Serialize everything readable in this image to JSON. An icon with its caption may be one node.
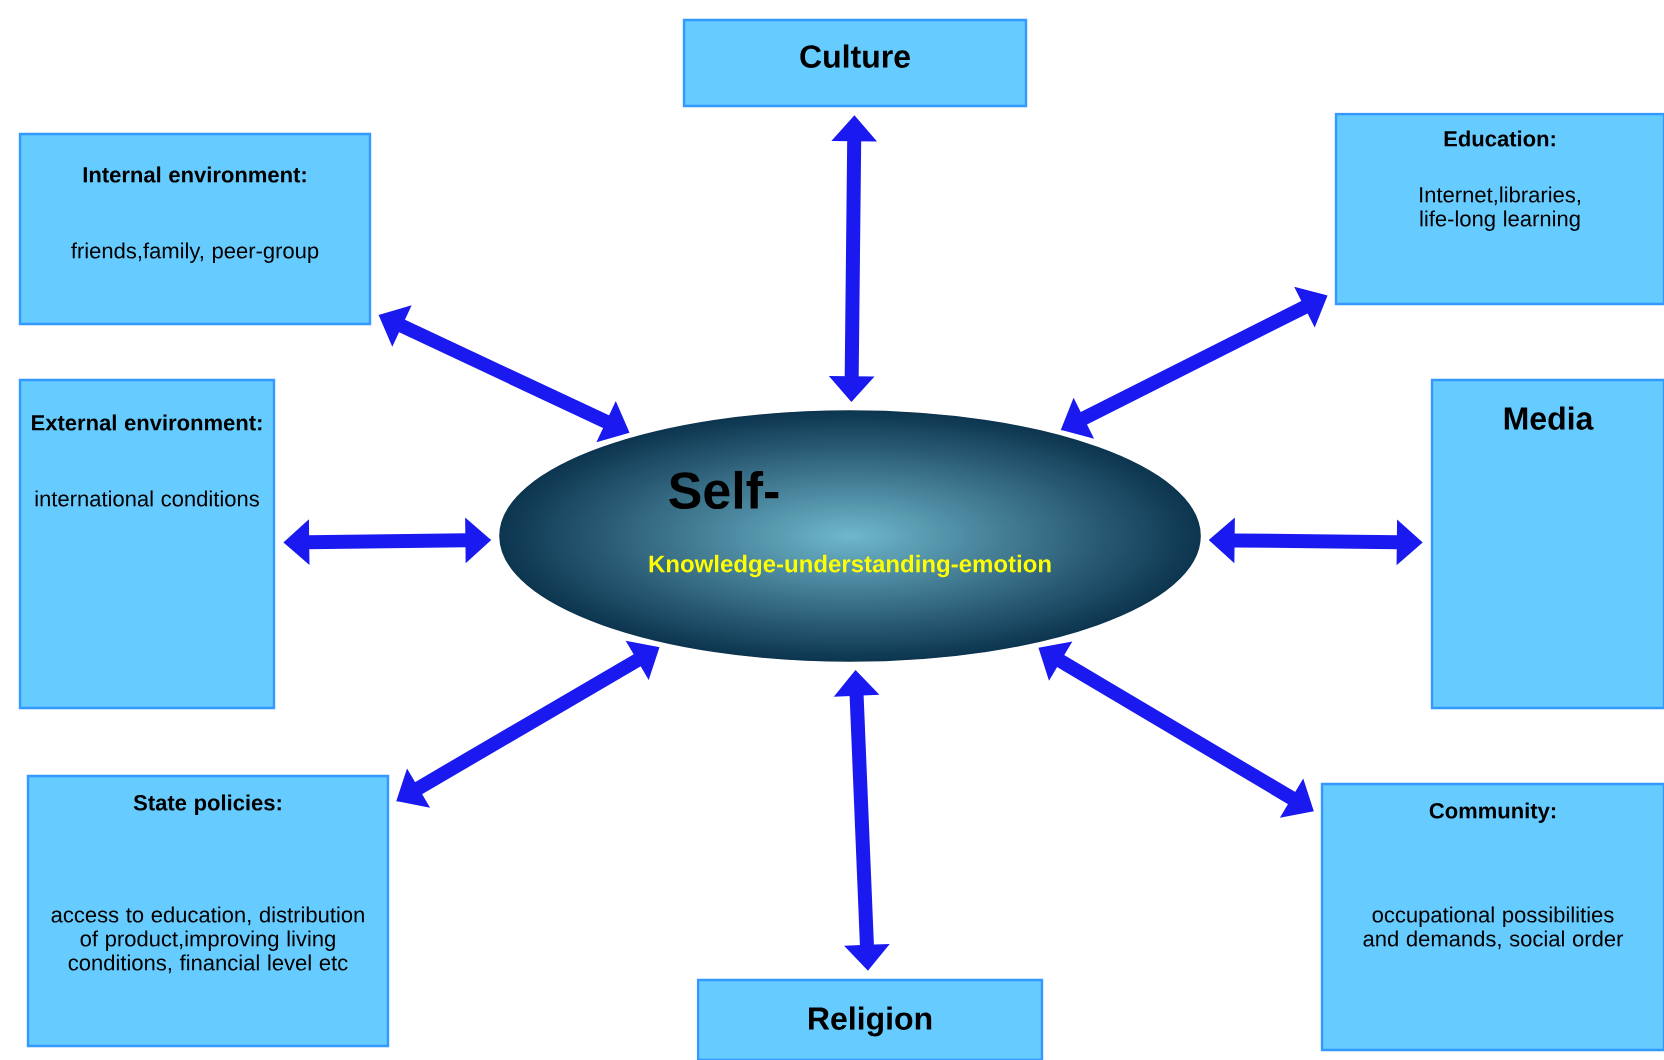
{
  "diagram": {
    "nodes": [
      {
        "text": [
          "Culture"
        ]
      },
      {
        "text": [
          "Internal environment:",
          "friends,family, peer-group"
        ]
      },
      {
        "text": [
          "Education:",
          "Internet,libraries, life-long learning"
        ]
      },
      {
        "text": [
          "External environment:",
          "international conditions"
        ]
      },
      {
        "text": [
          "Media"
        ]
      },
      {
        "text": [
          "Self-",
          "Knowledge-understanding-emotion"
        ]
      },
      {
        "text": [
          "State policies:",
          "access to education, distribution of product,improving living conditions, financial level etc"
        ]
      },
      {
        "text": [
          "Community:",
          "occupational possibilities and demands, social order"
        ]
      },
      {
        "text": [
          "Religion"
        ]
      }
    ],
    "edges": [
      {
        "from": 5,
        "to": 0,
        "arrow": "both"
      },
      {
        "from": 5,
        "to": 1,
        "arrow": "both"
      },
      {
        "from": 5,
        "to": 2,
        "arrow": "both"
      },
      {
        "from": 5,
        "to": 3,
        "arrow": "both"
      },
      {
        "from": 5,
        "to": 4,
        "arrow": "both"
      },
      {
        "from": 5,
        "to": 6,
        "arrow": "both"
      },
      {
        "from": 5,
        "to": 7,
        "arrow": "both"
      },
      {
        "from": 5,
        "to": 8,
        "arrow": "both"
      }
    ]
  }
}
